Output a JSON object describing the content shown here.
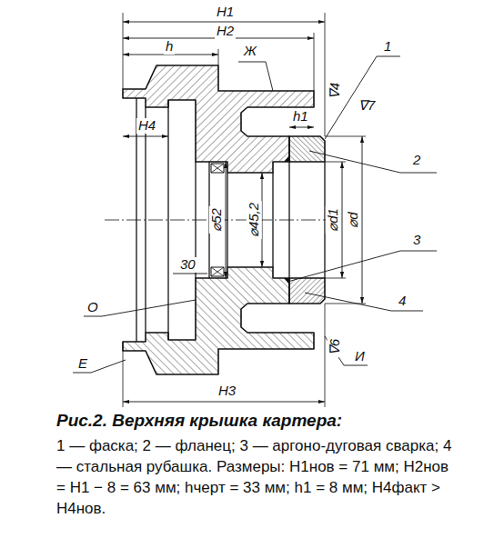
{
  "diagram": {
    "title": "Рис.2. Верхняя крышка картера:",
    "caption": "1 — фаска; 2 — фланец; 3 — аргоно-дуговая сварка; 4 — стальная рубашка. Размеры: H1нов = 71 мм; H2нов = H1 − 8 = 63 мм; hчерт = 33 мм; h1 = 8 мм; H4факт > H4нов.",
    "labels": [
      "H1",
      "H2",
      "h",
      "Ж",
      "1",
      "∇4",
      "h1",
      "∇7",
      "2",
      "H4",
      "⌀45,2",
      "⌀52",
      "⌀d1",
      "⌀d",
      "3",
      "30",
      "O",
      "4",
      "E",
      "∇6",
      "И",
      "H3"
    ]
  }
}
